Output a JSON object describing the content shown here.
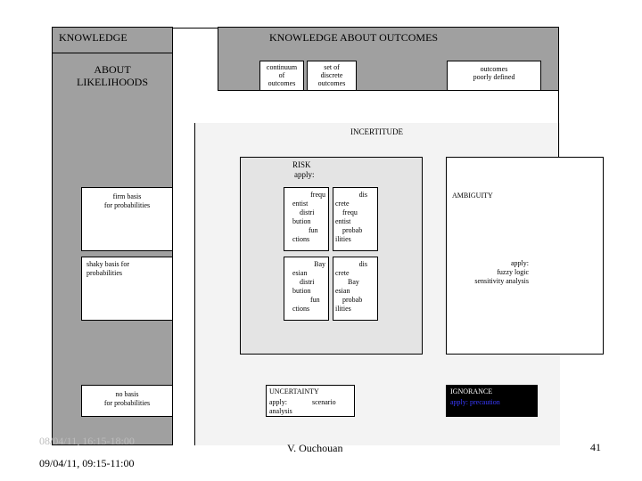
{
  "header": {
    "knowledge": "KNOWLEDGE",
    "knowledge_about_outcomes": "KNOWLEDGE ABOUT OUTCOMES",
    "about_likelihoods": "ABOUT\nLIKELIHOODS"
  },
  "outcomes": {
    "continuum": "continuum\nof\noutcomes",
    "discrete": "set of\ndiscrete\noutcomes",
    "poorly_defined": "outcomes\npoorly defined"
  },
  "likelihoods": {
    "firm": "firm basis\nfor probabilities",
    "shaky": "shaky basis for\nprobabilities",
    "none": "no basis\nfor probabilities"
  },
  "regions": {
    "incertitude": "INCERTITUDE",
    "risk_title": "RISK",
    "risk_apply": "apply:",
    "ambiguity": "AMBIGUITY",
    "ambiguity_apply": "apply:\nfuzzy logic\nsensitivity analysis",
    "uncertainty": "UNCERTAINTY",
    "uncertainty_apply": "apply:              scenario\nanalysis",
    "ignorance": "IGNORANCE",
    "ignorance_apply": "apply: precaution"
  },
  "risk_cells": {
    "c1a": "frequ",
    "c1b": "entist\n    distri\nbution\n         fun\nctions",
    "c2a": "dis",
    "c2b": "crete\n    frequ\nentist\n    probab\nilities",
    "c3a": "Bay",
    "c3b": "esian\n    distri\nbution\n          fun\nctions",
    "c4a": "dis",
    "c4b": "crete\n       Bay\nesian\n    probab\nilities"
  },
  "footer": {
    "dates_hidden": "08/04/11, 16:15-18:00",
    "dates": "09/04/11, 09:15-11:00",
    "author": "V. Ouchouan",
    "page_number": "41"
  },
  "colors": {
    "dark_gray": "#a0a0a0",
    "mid_gray": "#e4e4e4",
    "light_gray": "#f3f3f3",
    "black": "#000000"
  }
}
